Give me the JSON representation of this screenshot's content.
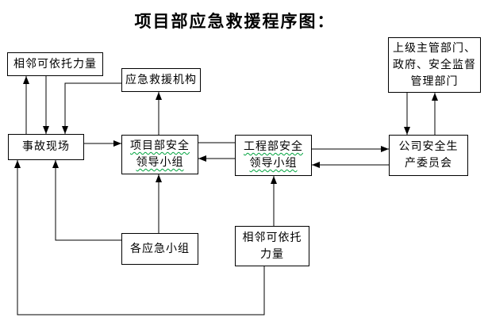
{
  "title": "项目部应急救援程序图：",
  "boxes": {
    "adjacent_top": {
      "label": "相邻可依托力量"
    },
    "rescue_org": {
      "label": "应急救援机构"
    },
    "superior": {
      "label": "上级主管部门、\n政府、安全监督\n管理部门"
    },
    "scene": {
      "label": "事故现场"
    },
    "project_group": {
      "label": "项目部安全\n领导小组"
    },
    "engineering_group": {
      "label": "工程部安全\n领导小组"
    },
    "company_committee": {
      "label": "公司安全生\n产委员会"
    },
    "emergency_teams": {
      "label": "各应急小组"
    },
    "adjacent_bottom": {
      "label": "相邻可依托\n力量"
    }
  },
  "edges": [
    {
      "from": "scene",
      "to": "adjacent_top",
      "arrow": true
    },
    {
      "from": "adjacent_top",
      "to": "scene",
      "arrow": true
    },
    {
      "from": "rescue_org",
      "to": "scene",
      "arrow": true
    },
    {
      "from": "scene",
      "to": "project_group",
      "arrow": true
    },
    {
      "from": "project_group",
      "to": "rescue_org",
      "arrow": true
    },
    {
      "from": "project_group",
      "to": "engineering_group",
      "arrow": false
    },
    {
      "from": "engineering_group",
      "to": "project_group",
      "arrow": true
    },
    {
      "from": "engineering_group",
      "to": "company_committee",
      "arrow": true
    },
    {
      "from": "company_committee",
      "to": "engineering_group",
      "arrow": true
    },
    {
      "from": "superior",
      "to": "company_committee",
      "arrow": true
    },
    {
      "from": "company_committee",
      "to": "superior",
      "arrow": true
    },
    {
      "from": "emergency_teams",
      "to": "project_group",
      "arrow": true
    },
    {
      "from": "emergency_teams",
      "to": "scene",
      "arrow": true
    },
    {
      "from": "adjacent_bottom",
      "to": "engineering_group",
      "arrow": true
    },
    {
      "from": "adjacent_bottom",
      "to": "scene",
      "arrow": true
    }
  ],
  "colors": {
    "background": "#ffffff",
    "line": "#000000",
    "box_border": "#000000",
    "text": "#000000",
    "spellcheck_underline": "#00a33d"
  }
}
